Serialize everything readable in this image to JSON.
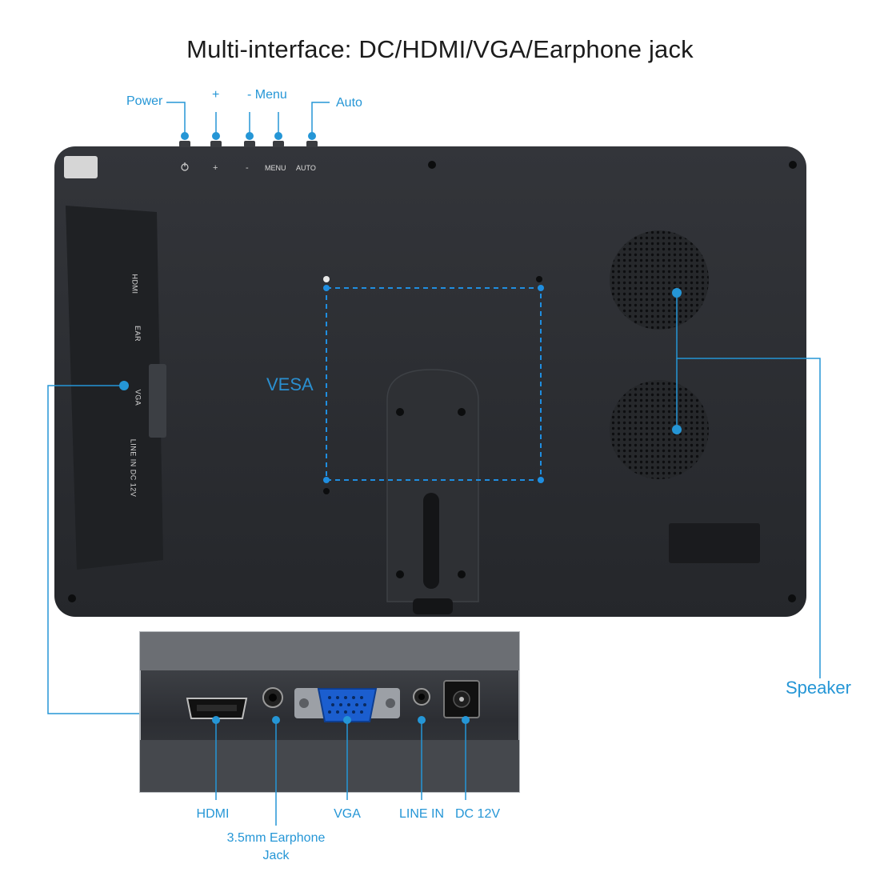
{
  "title": "Multi-interface: DC/HDMI/VGA/Earphone jack",
  "top_buttons": {
    "power": "Power",
    "plus": "+",
    "minus_menu": "- Menu",
    "auto": "Auto"
  },
  "back_button_labels": [
    "MENU",
    "AUTO"
  ],
  "side_port_labels": [
    "HDMI",
    "EAR",
    "VGA",
    "LINE IN DC 12V"
  ],
  "vesa": "VESA",
  "speaker": "Speaker",
  "ports": {
    "hdmi": "HDMI",
    "earphone_line1": "3.5mm Earphone",
    "earphone_line2": "Jack",
    "vga": "VGA",
    "line_in": "LINE IN",
    "dc": "DC 12V"
  },
  "colors": {
    "accent": "#2596d6",
    "device_body": "#2b2d31",
    "background": "#ffffff"
  }
}
